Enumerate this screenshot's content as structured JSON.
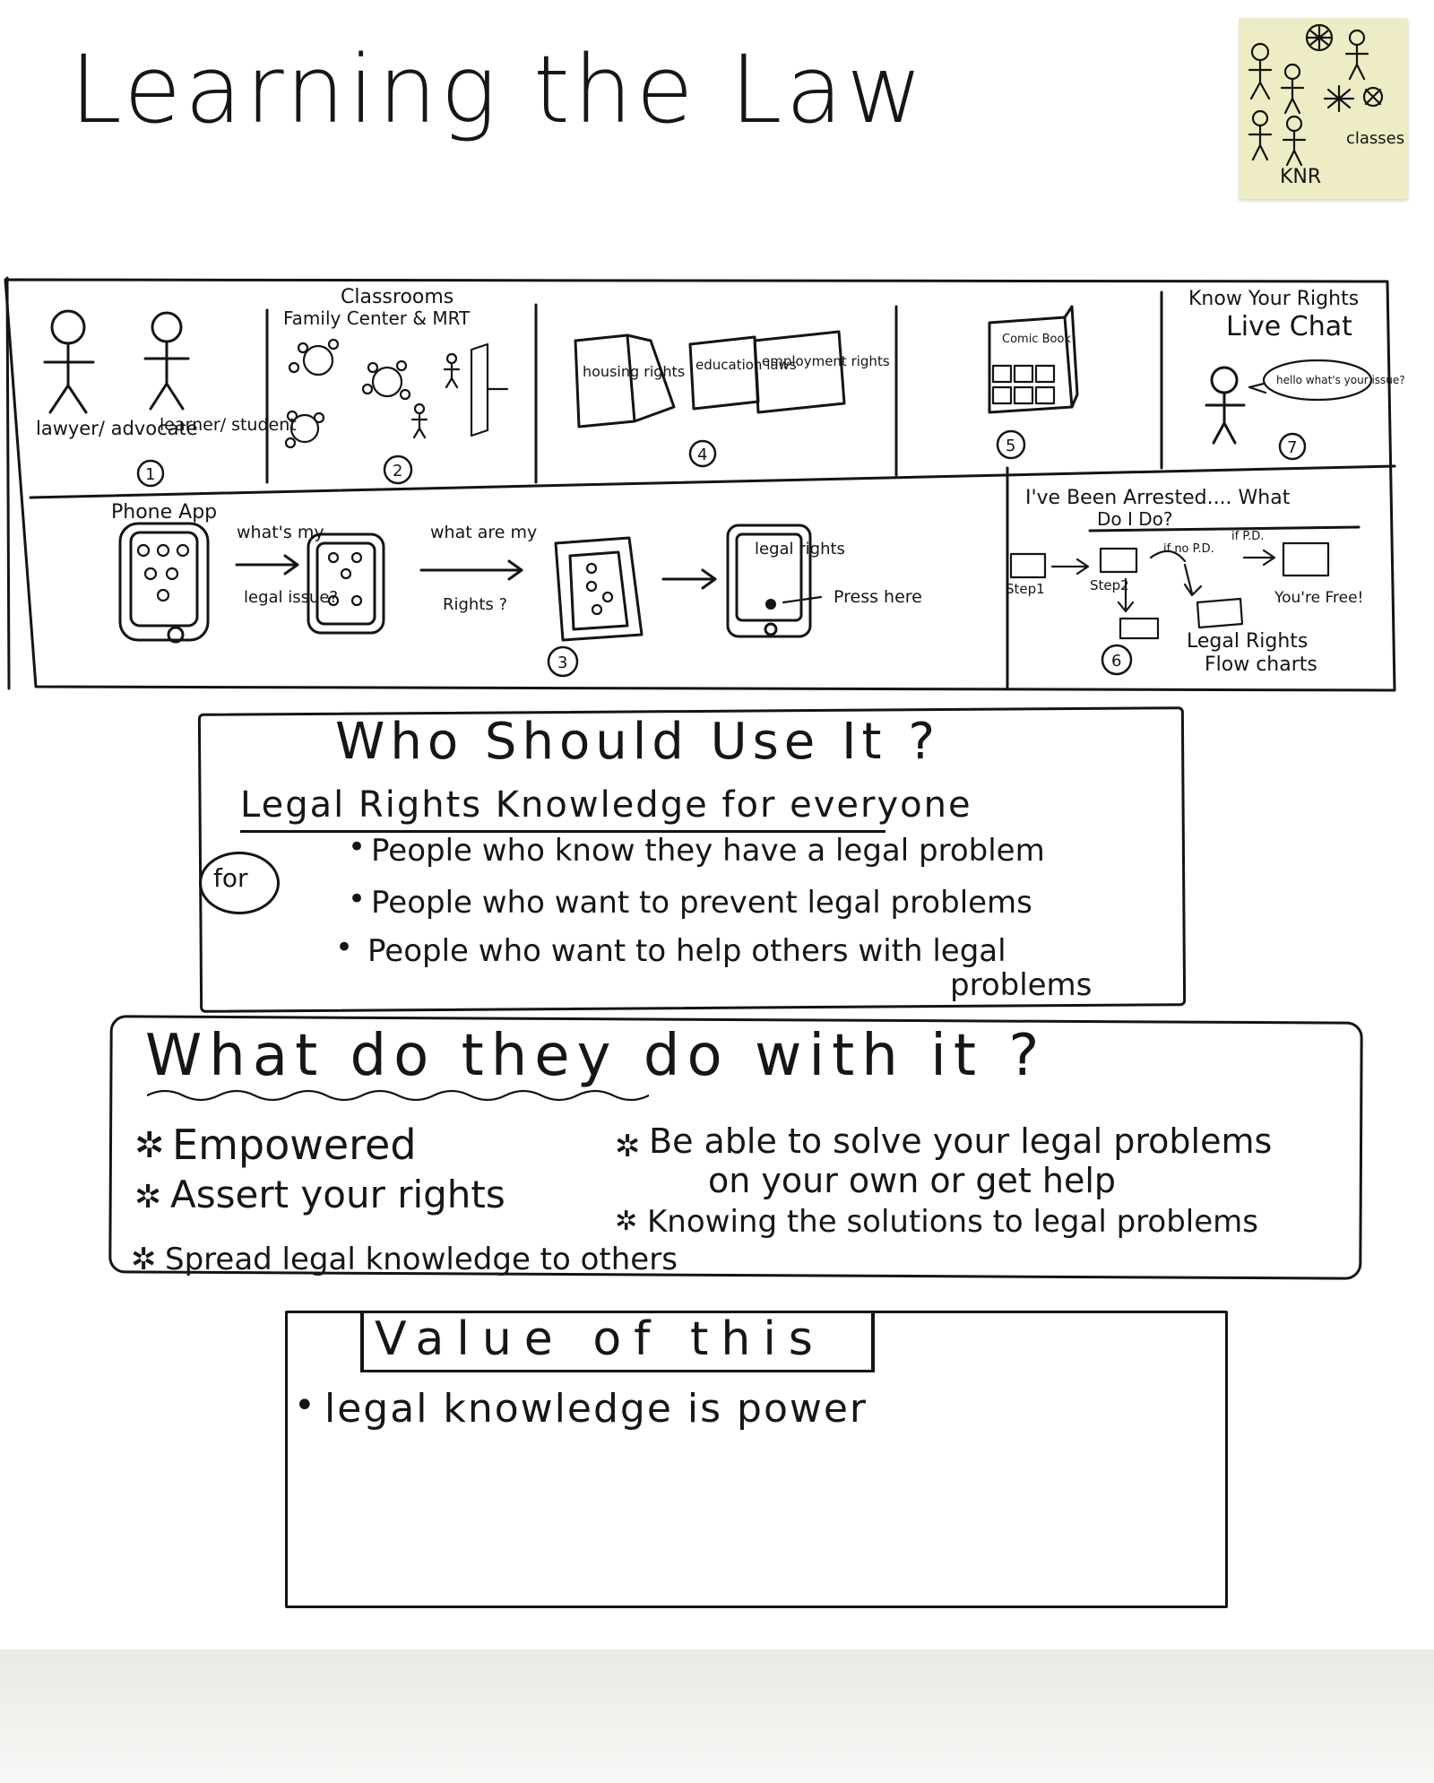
{
  "title": "Learning the Law",
  "sticky_note": {
    "label_a": "classes",
    "label_b": "KNR"
  },
  "storyboard": {
    "panel1": {
      "label_a": "lawyer/ advocate",
      "label_b": "learner/ student",
      "number": "1"
    },
    "panel2": {
      "title_top": "Classrooms",
      "title_bottom": "Family Center & MRT",
      "number": "2"
    },
    "panel4": {
      "book1": "housing rights",
      "book2": "education laws",
      "book3": "employment rights",
      "number": "4"
    },
    "panel5": {
      "label": "Comic Book",
      "number": "5"
    },
    "panel7": {
      "title_top": "Know Your Rights",
      "title_bottom": "Live Chat",
      "bubble": "hello what's your issue?",
      "number": "7"
    },
    "panel3": {
      "title": "Phone App",
      "arrow1_top": "what's my",
      "arrow1_bottom": "legal issue?",
      "arrow2_top": "what are my",
      "arrow2_bottom": "Rights ?",
      "screen_label": "legal rights",
      "press": "Press here",
      "number": "3"
    },
    "panel6": {
      "title_top": "I've Been Arrested.... What",
      "title_bottom": "Do I Do?",
      "step1": "Step1",
      "step2": "Step2",
      "if_no_pd": "if no P.D.",
      "if_pd": "if P.D.",
      "free": "You're Free!",
      "caption_top": "Legal Rights",
      "caption_bottom": "Flow charts",
      "number": "6"
    }
  },
  "who": {
    "heading": "Who Should Use It ?",
    "subheading": "Legal Rights Knowledge for everyone",
    "for_label": "for",
    "items": [
      "People who know they have a legal problem",
      "People who want to prevent legal problems",
      "People who want to help others with legal",
      "problems"
    ]
  },
  "what": {
    "heading": "What do they do with it ?",
    "left_items": [
      "Empowered",
      "Assert your rights",
      "Spread legal knowledge to others"
    ],
    "right_items": [
      "Be able to solve your legal problems",
      "on your own or get help",
      "Knowing the solutions to legal problems"
    ]
  },
  "value": {
    "heading": "Value of this",
    "items": [
      "legal knowledge is power"
    ]
  }
}
